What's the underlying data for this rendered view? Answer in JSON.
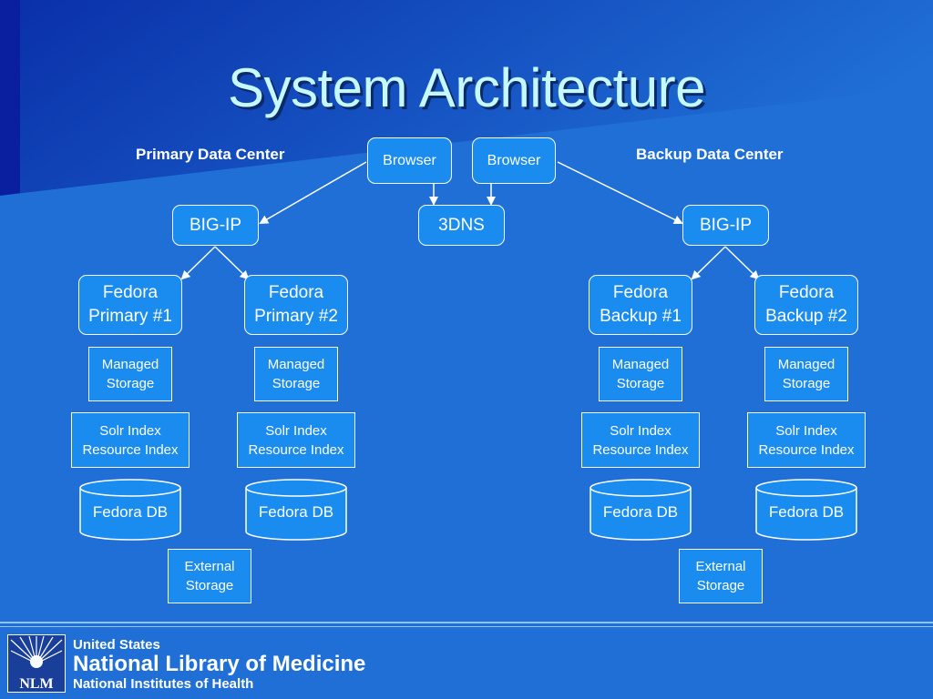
{
  "slide": {
    "title": "System Architecture",
    "primary_label": "Primary Data Center",
    "backup_label": "Backup Data Center"
  },
  "nodes": {
    "browser_left": "Browser",
    "browser_right": "Browser",
    "bigip_left": "BIG-IP",
    "dns": "3DNS",
    "bigip_right": "BIG-IP",
    "fedora_p1": [
      "Fedora",
      "Primary #1"
    ],
    "fedora_p2": [
      "Fedora",
      "Primary #2"
    ],
    "fedora_b1": [
      "Fedora",
      "Backup #1"
    ],
    "fedora_b2": [
      "Fedora",
      "Backup #2"
    ],
    "managed_storage": [
      "Managed",
      "Storage"
    ],
    "solr_index": [
      "Solr Index",
      "Resource Index"
    ],
    "fedora_db": "Fedora DB",
    "external_storage": [
      "External",
      "Storage"
    ]
  },
  "footer": {
    "logo_text": "NLM",
    "country": "United States",
    "library": "National Library of Medicine",
    "institute": "National Institutes of Health"
  },
  "colors": {
    "background": "#1f6fd6",
    "node_fill": "#1a8cf0",
    "title": "#c6f8ff"
  }
}
